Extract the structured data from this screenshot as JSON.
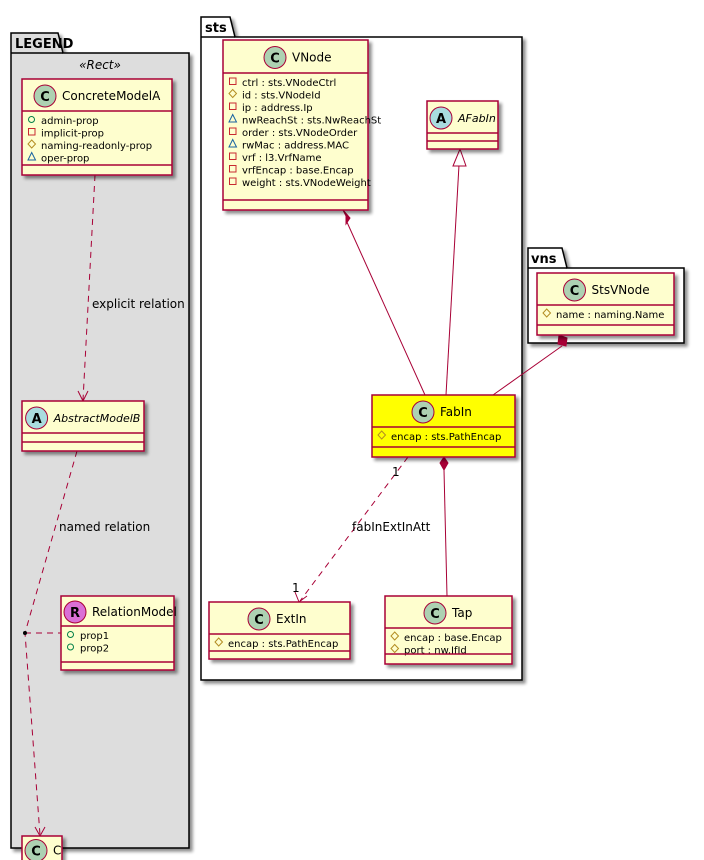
{
  "colors": {
    "class_fill": "#FEFECE",
    "class_border": "#A80036",
    "highlight_fill": "#FFFF00",
    "legend_fill": "#DDDDDD",
    "class_circle": "#ADD1B2",
    "abstract_circle": "#A9DCDF",
    "relation_circle": "#DA70D6",
    "edge": "#A80036"
  },
  "visibility_icons": {
    "public": "circle-icon",
    "private": "square-icon",
    "protected": "diamond-icon",
    "package": "triangle-icon"
  },
  "packages": {
    "legend": {
      "name": "LEGEND",
      "stereotype": "«Rect»"
    },
    "sts": {
      "name": "sts"
    },
    "vns": {
      "name": "vns"
    }
  },
  "classes": {
    "concreteModelA": {
      "kind": "C",
      "name": "ConcreteModelA",
      "attributes": [
        {
          "vis": "public",
          "text": "admin-prop"
        },
        {
          "vis": "private",
          "text": "implicit-prop"
        },
        {
          "vis": "protected",
          "text": "naming-readonly-prop"
        },
        {
          "vis": "package",
          "text": "oper-prop"
        }
      ]
    },
    "abstractModelB": {
      "kind": "A",
      "name": "AbstractModelB",
      "attributes": []
    },
    "relationModel": {
      "kind": "R",
      "name": "RelationModel",
      "attributes": [
        {
          "vis": "public",
          "text": "prop1"
        },
        {
          "vis": "public",
          "text": "prop2"
        }
      ]
    },
    "c": {
      "kind": "C",
      "name": "C",
      "attributes": []
    },
    "vNode": {
      "kind": "C",
      "name": "VNode",
      "attributes": [
        {
          "vis": "private",
          "text": "ctrl : sts.VNodeCtrl"
        },
        {
          "vis": "protected",
          "text": "id : sts.VNodeId"
        },
        {
          "vis": "private",
          "text": "ip : address.Ip"
        },
        {
          "vis": "package",
          "text": "nwReachSt : sts.NwReachSt"
        },
        {
          "vis": "private",
          "text": "order : sts.VNodeOrder"
        },
        {
          "vis": "package",
          "text": "rwMac : address.MAC"
        },
        {
          "vis": "private",
          "text": "vrf : l3.VrfName"
        },
        {
          "vis": "private",
          "text": "vrfEncap : base.Encap"
        },
        {
          "vis": "private",
          "text": "weight : sts.VNodeWeight"
        }
      ]
    },
    "aFabIn": {
      "kind": "A",
      "name": "AFabIn",
      "attributes": []
    },
    "fabIn": {
      "kind": "C",
      "name": "FabIn",
      "highlighted": true,
      "attributes": [
        {
          "vis": "protected",
          "text": "encap : sts.PathEncap"
        }
      ]
    },
    "extIn": {
      "kind": "C",
      "name": "ExtIn",
      "attributes": [
        {
          "vis": "protected",
          "text": "encap : sts.PathEncap"
        }
      ]
    },
    "tap": {
      "kind": "C",
      "name": "Tap",
      "attributes": [
        {
          "vis": "protected",
          "text": "encap : base.Encap"
        },
        {
          "vis": "protected",
          "text": "port : nw.IfId"
        }
      ]
    },
    "stsVNode": {
      "kind": "C",
      "name": "StsVNode",
      "attributes": [
        {
          "vis": "protected",
          "text": "name : naming.Name"
        }
      ]
    }
  },
  "relations": {
    "explicit": {
      "label": "explicit relation"
    },
    "named": {
      "label": "named relation"
    },
    "fabInExtIn": {
      "label": "fabInExtInAtt",
      "source_mult": "1",
      "target_mult": "1"
    }
  }
}
